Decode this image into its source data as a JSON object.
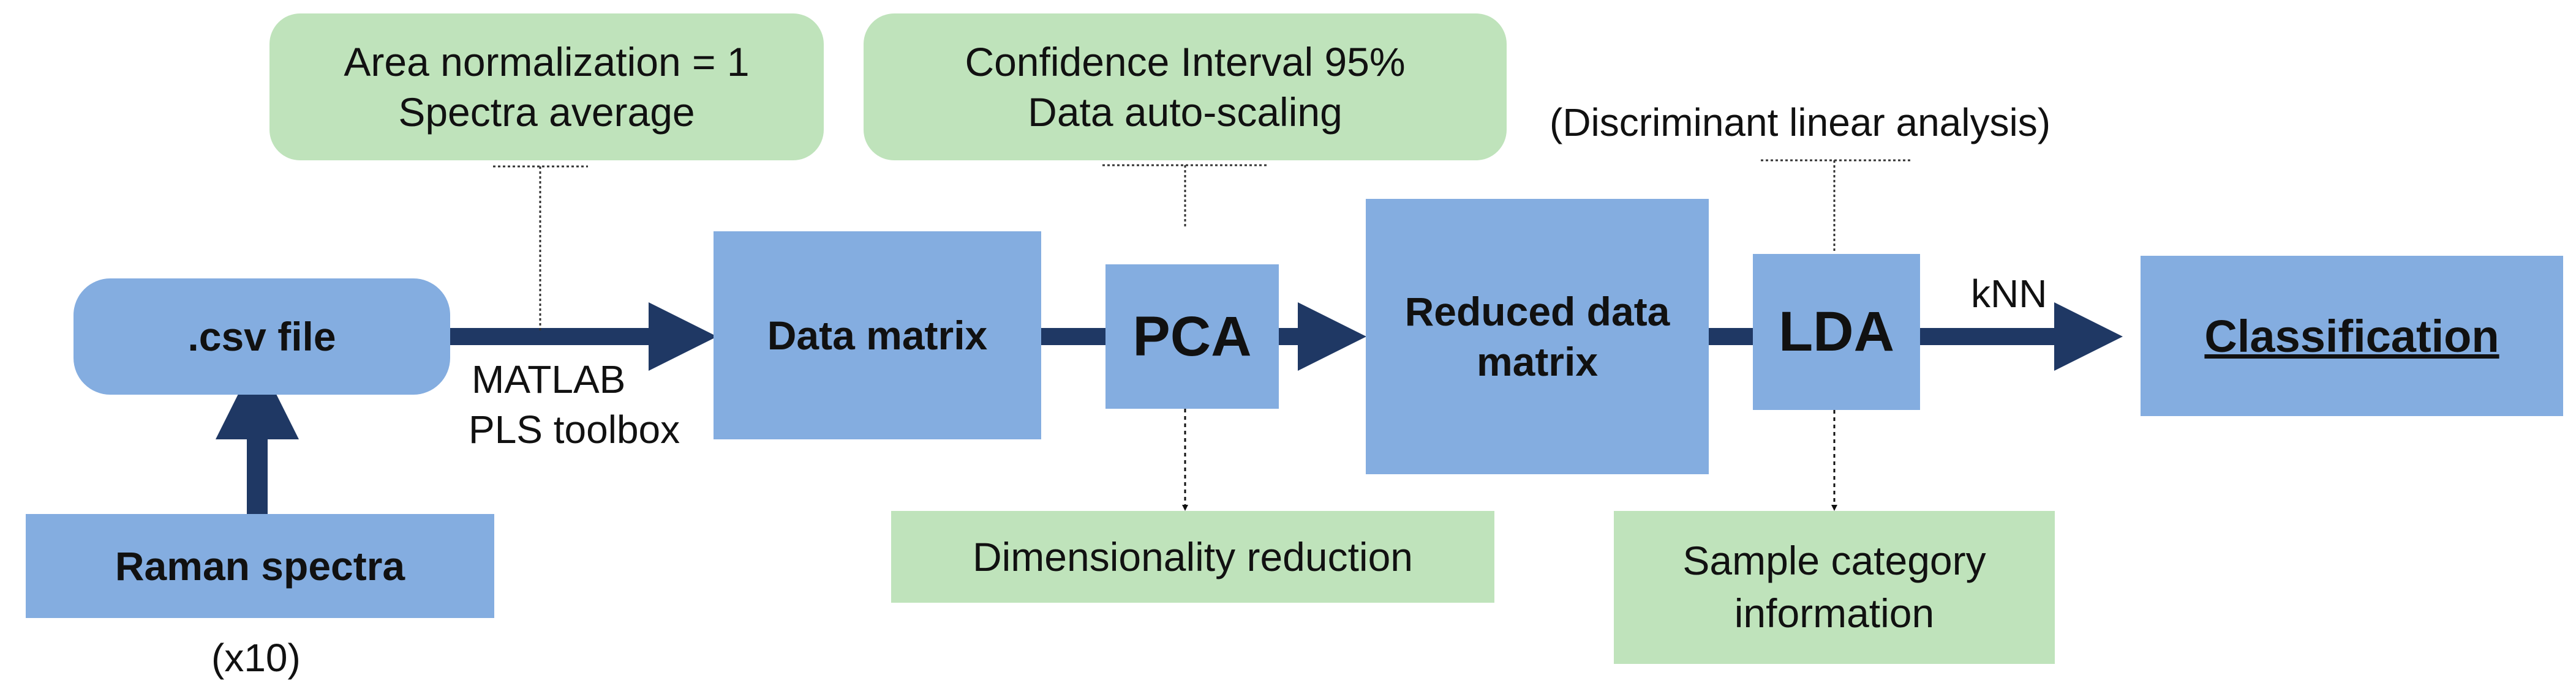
{
  "nodes": {
    "csv_file": ".csv file",
    "raman_spectra": "Raman spectra",
    "raman_count": "(x10)",
    "data_matrix": "Data matrix",
    "pca": "PCA",
    "reduced_line1": "Reduced data",
    "reduced_line2": "matrix",
    "lda": "LDA",
    "classification": "Classification"
  },
  "labels": {
    "matlab": "MATLAB",
    "pls_toolbox": "PLS toolbox",
    "knn": "kNN",
    "lda_full": "(Discriminant linear analysis)"
  },
  "notes": {
    "preprocessing_line1": "Area normalization = 1",
    "preprocessing_line2": "Spectra average",
    "pca_params_line1": "Confidence Interval 95%",
    "pca_params_line2": "Data auto-scaling",
    "dimensionality": "Dimensionality reduction",
    "sample_line1": "Sample category",
    "sample_line2": "information"
  },
  "colors": {
    "process_box": "#84ade0",
    "note_box": "#bfe3bb",
    "arrow": "#1f3864"
  }
}
